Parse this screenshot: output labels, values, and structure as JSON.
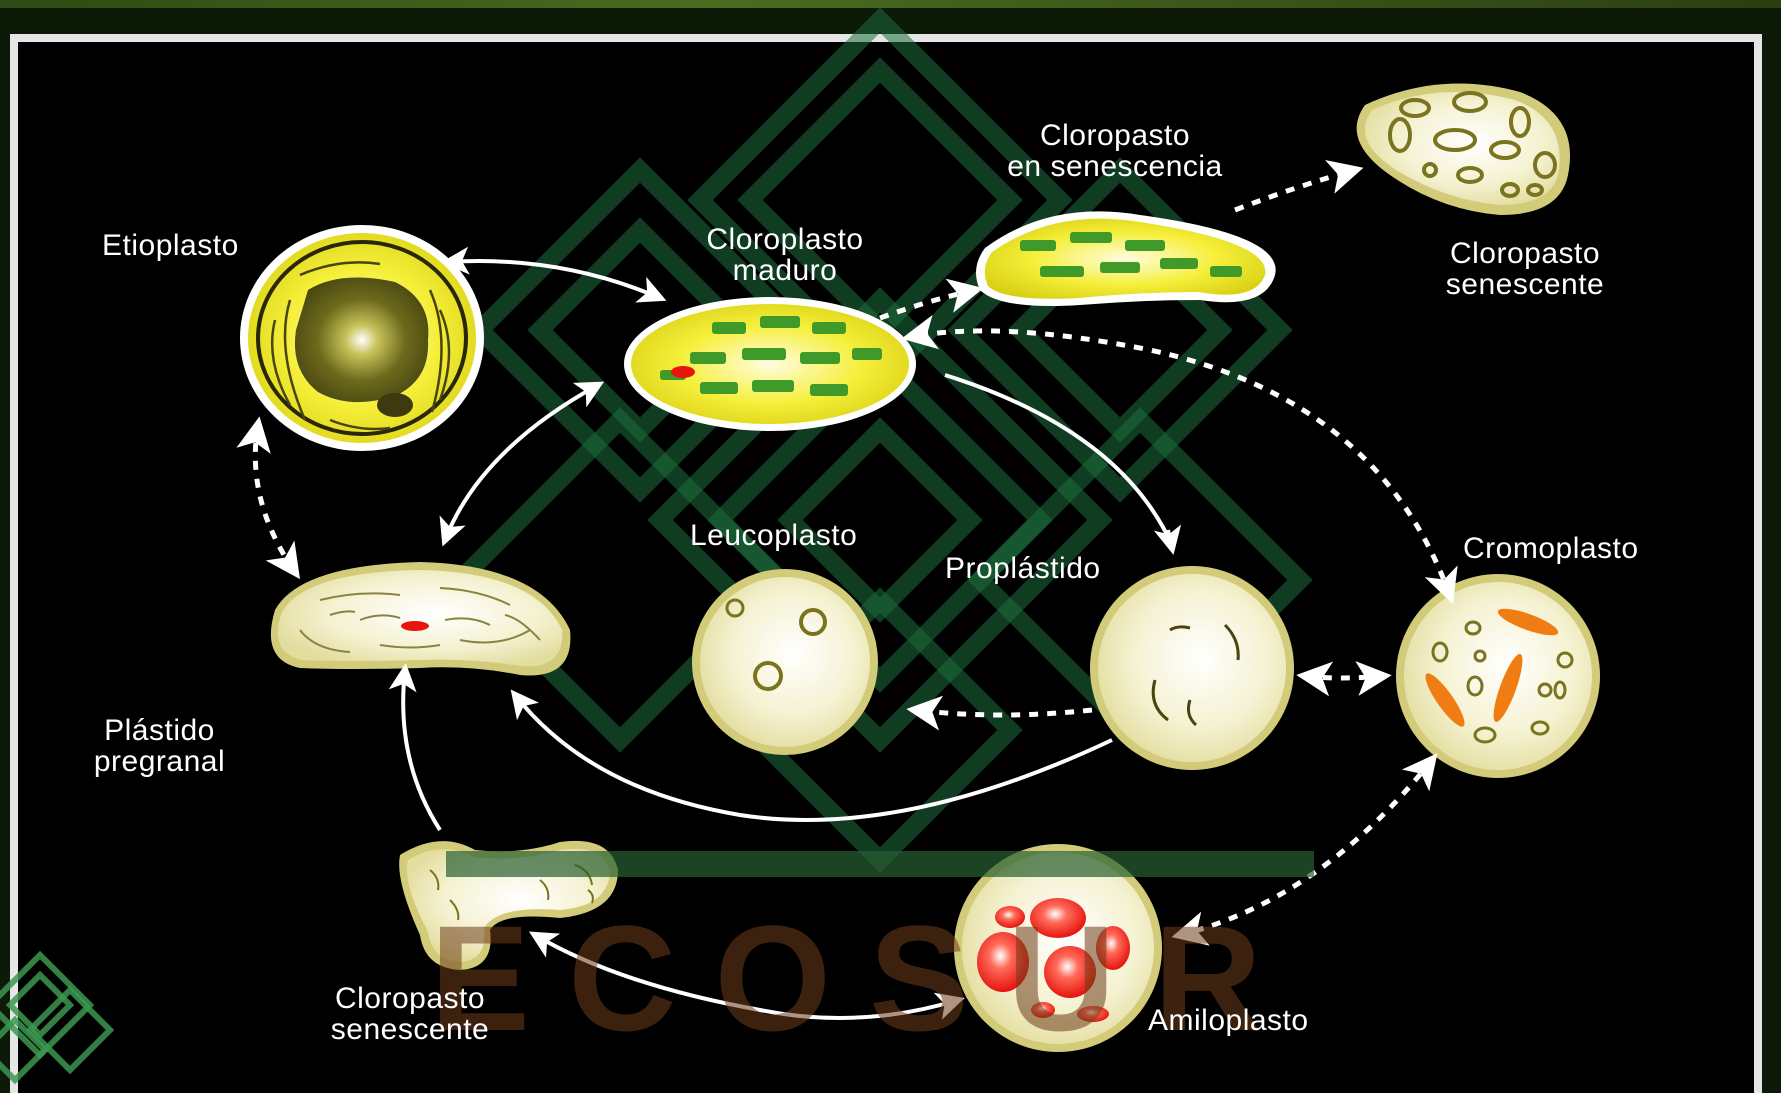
{
  "labels": {
    "etioplasto": "Etioplasto",
    "cloroplasto_maduro": [
      "Cloroplasto",
      "maduro"
    ],
    "cloropasto_en_senescencia": [
      "Cloropasto",
      "en senescencia"
    ],
    "cloropasto_senescente_top": [
      "Cloropasto",
      "senescente"
    ],
    "leucoplasto": "Leucoplasto",
    "proplastido": "Proplástido",
    "cromoplasto": "Cromoplasto",
    "plastido_pregranal": [
      "Plástido",
      "pregranal"
    ],
    "cloropasto_senescente_bottom": [
      "Cloropasto",
      "senescente"
    ],
    "amiloplasto": "Amiloplasto"
  },
  "watermark": {
    "text": "ECOSUR"
  },
  "colors": {
    "background": "#000000",
    "frame": "#e6e6e6",
    "yellow": "#f2ea1e",
    "cream": "#f3f1cf",
    "thylakoid": "#3f9a2a",
    "starch_red": "#e8150f",
    "carotenoid_orange": "#f07d14",
    "arrow": "#ffffff",
    "watermark_green": "#1f5a37",
    "watermark_brown": "#6e3c19"
  }
}
